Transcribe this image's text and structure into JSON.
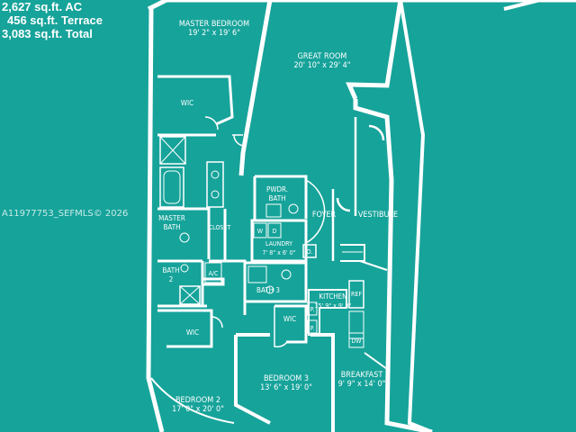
{
  "areas": {
    "ac": "2,627 sq.ft. AC",
    "terrace": "456 sq.ft. Terrace",
    "total": "3,083 sq.ft. Total"
  },
  "watermark": "A11977753_SEFMLS© 2026",
  "rooms": {
    "master_bedroom": {
      "name": "MASTER BEDROOM",
      "dims": "19' 2\" x 19' 6\""
    },
    "great_room": {
      "name": "GREAT ROOM",
      "dims": "20' 10\" x 29' 4\""
    },
    "wic_master": "WIC",
    "powder_bath": {
      "line1": "PWDR.",
      "line2": "BATH"
    },
    "foyer": "FOYER",
    "vestibule": "VESTIBULE",
    "master_bath": {
      "line1": "MASTER",
      "line2": "BATH"
    },
    "closet": "CLOSET",
    "washer": "W",
    "dryer": "D",
    "laundry": {
      "name": "LAUNDRY",
      "dims": "7' 8\" x 6' 0\""
    },
    "oven": "O.",
    "bath2": {
      "line1": "BATH",
      "line2": "2"
    },
    "ac_unit": "A/C",
    "bath3": "BATH 3",
    "kitchen": {
      "name": "KITCHEN",
      "dims": "15' 9\" x 9' 3\""
    },
    "ref": "REF",
    "pantry1": "P.",
    "pantry2": "P.",
    "wic_bed2": "WIC",
    "wic_bed3": "WIC",
    "dishwasher": "DW",
    "bedroom3": {
      "name": "BEDROOM 3",
      "dims": "13' 6\" x 19' 0\""
    },
    "breakfast": {
      "name": "BREAKFAST",
      "dims": "9' 9\" x 14' 0\""
    },
    "bedroom2": {
      "name": "BEDROOM 2",
      "dims": "17' 0\" x 20' 0\""
    }
  },
  "colors": {
    "background": "#16a39a",
    "walls": "#ffffff"
  }
}
